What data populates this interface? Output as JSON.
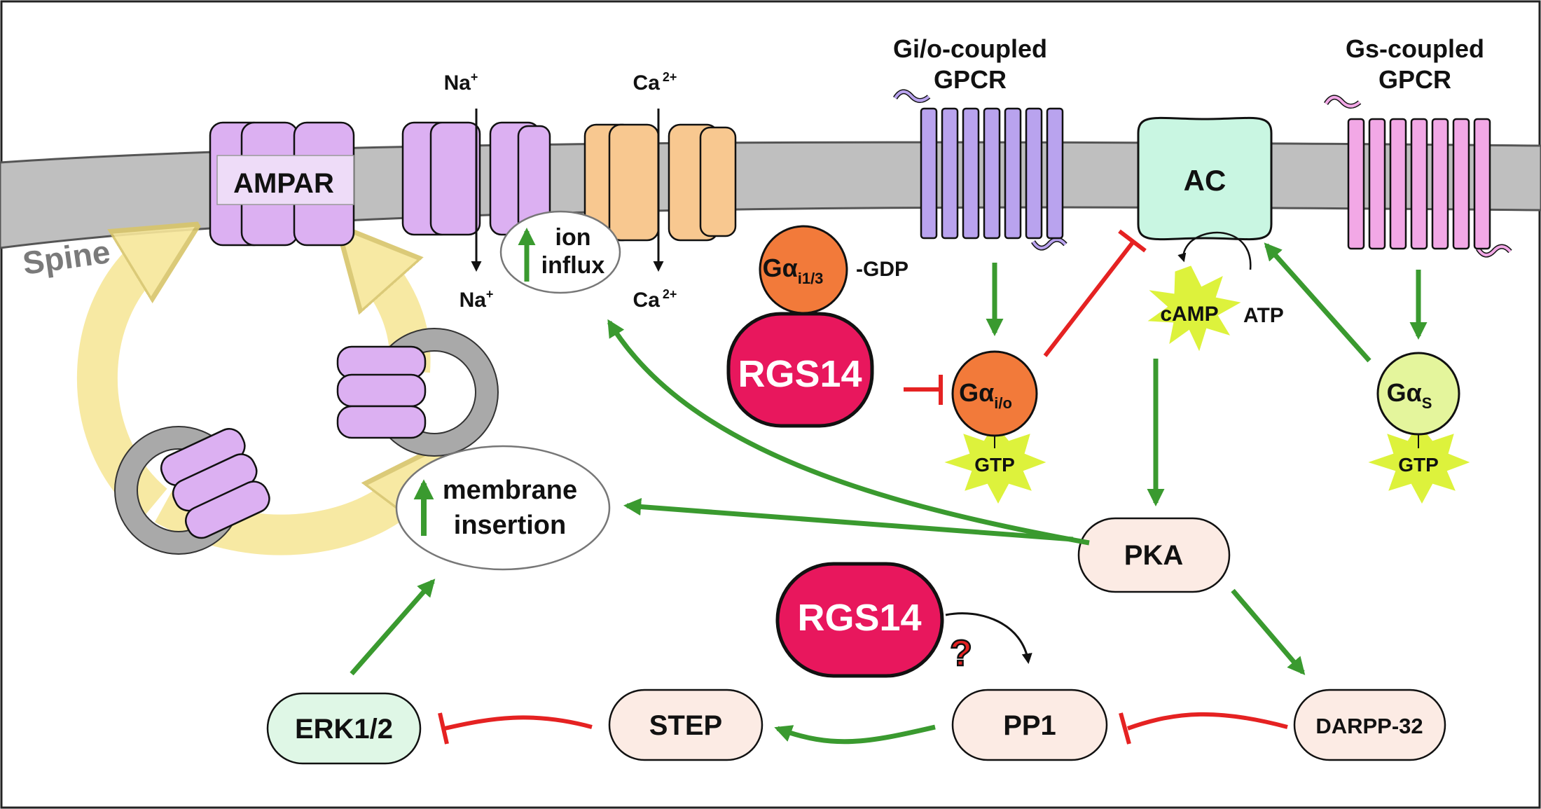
{
  "labels": {
    "ampar": "AMPAR",
    "spine": "Spine",
    "na_top": "Na",
    "na_bottom": "Na",
    "ca_top": "Ca",
    "ca_bottom": "Ca",
    "plus": "+",
    "two_plus": "2+",
    "ion_line1": "ion",
    "ion_line2": "influx",
    "gio_title_line1": "Gi/o-coupled",
    "gio_title_line2": "GPCR",
    "gs_title_line1": "Gs-coupled",
    "gs_title_line2": "GPCR",
    "ac": "AC",
    "camp": "cAMP",
    "atp": "ATP",
    "ga_base": "Gα",
    "ga_i13_sub": "i1/3",
    "gdp": "-GDP",
    "rgs14_top": "RGS14",
    "ga_io_sub": "i/o",
    "gtp_left": "GTP",
    "ga_s_sub": "S",
    "gtp_right": "GTP",
    "membrane_line1": "membrane",
    "membrane_line2": "insertion",
    "pka": "PKA",
    "rgs14_bottom": "RGS14",
    "question": "?",
    "pp1": "PP1",
    "step": "STEP",
    "erk": "ERK1/2",
    "darpp": "DARPP-32"
  },
  "colors": {
    "membrane": "#bfbfbf",
    "ampar": "#dcb0f2",
    "nav_channel": "#dcb0f2",
    "ca_channel": "#f8c890",
    "gio_receptor": "#b9a3ee",
    "gs_receptor": "#f2a8e6",
    "ac": "#c9f6e2",
    "rgs14": "#e8175d",
    "ga_i": "#f27a3a",
    "ga_s": "#e4f59c",
    "starburst": "#ddf23c",
    "activation_arrow": "#3a9a2f",
    "inhibition": "#e52222",
    "kinase_node": "#fcebe4",
    "erk_node": "#dff7e6",
    "recycling": "#f7e79a"
  }
}
